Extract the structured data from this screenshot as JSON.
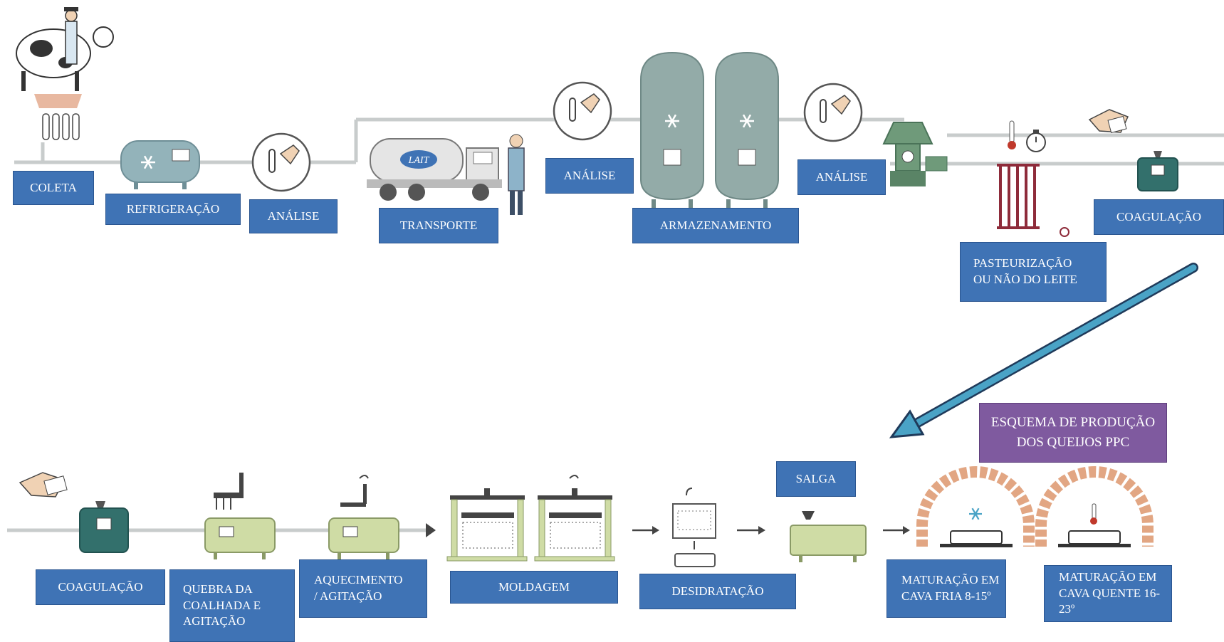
{
  "title": "ESQUEMA DE PRODUÇÃO\nDOS QUEIJOS PPC",
  "colors": {
    "label_bg": "#3f73b5",
    "title_bg": "#7f5a9f",
    "arrow": "#4aa3c6",
    "pipe": "#c8cccc",
    "tank": "#93aba8",
    "equipment": "#cfdca5",
    "vat": "#33706c",
    "radiator": "#8e2b3a",
    "brick": "#e2a683"
  },
  "row1": {
    "coleta": "COLETA",
    "refrigeracao": "REFRIGERAÇÃO",
    "analise1": "ANÁLISE",
    "transporte": "TRANSPORTE",
    "analise2": "ANÁLISE",
    "armazenamento": "ARMAZENAMENTO",
    "analise3": "ANÁLISE",
    "pasteurizacao": "PASTEURIZAÇÃO\nOU NÃO DO LEITE",
    "coagulacao": "COAGULAÇÃO",
    "truck_text": "LAIT"
  },
  "row2": {
    "coagulacao": "COAGULAÇÃO",
    "quebra": "QUEBRA DA\nCOALHADA E\nAGITAÇÃO",
    "aquecimento": "AQUECIMENTO\n/ AGITAÇÃO",
    "moldagem": "MOLDAGEM",
    "desidratacao": "DESIDRATAÇÃO",
    "salga": "SALGA",
    "maturacao_fria": "MATURAÇÃO EM\nCAVA FRIA 8-15º",
    "maturacao_quente": "MATURAÇÃO EM\nCAVA QUENTE 16-23º"
  }
}
